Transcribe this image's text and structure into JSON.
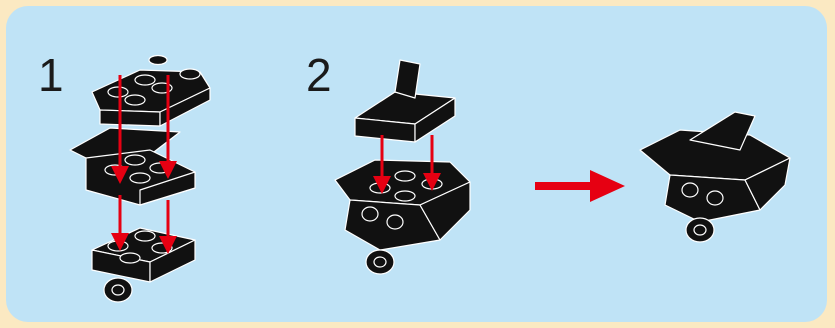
{
  "steps": [
    {
      "number": "1"
    },
    {
      "number": "2"
    }
  ],
  "colors": {
    "background_border": "#fbe9c2",
    "panel": "#bfe3f6",
    "brick": "#111111",
    "edge": "#ffffff",
    "arrow": "#e60012"
  },
  "icons": [
    "plate-with-studs",
    "wing-piece",
    "wheel-base",
    "slope-fin",
    "red-arrow"
  ]
}
